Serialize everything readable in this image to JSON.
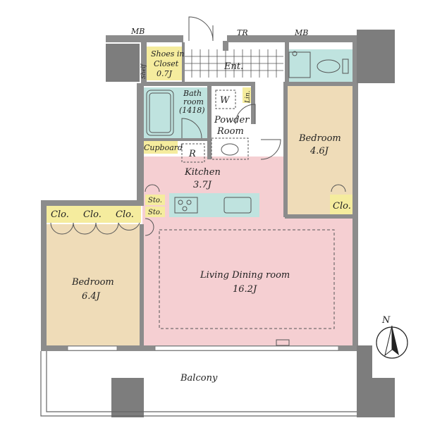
{
  "labels": {
    "mb_left": "MB",
    "tr": "TR",
    "mb_right": "MB",
    "shoes_line1": "Shoes in",
    "shoes_line2": "Closet",
    "shoes_line3": "0.7J",
    "shelf": "Shelf",
    "ent": "Ent.",
    "bath_line1": "Bath",
    "bath_line2": "room",
    "bath_line3": "(1418)",
    "w": "W",
    "lin": "Lin.",
    "powder_line1": "Powder",
    "powder_line2": "Room",
    "bedroom_right": "Bedroom",
    "bedroom_right_size": "4.6J",
    "cupboard": "Cupboard",
    "r": "R",
    "kitchen": "Kitchen",
    "kitchen_size": "3.7J",
    "sto1": "Sto.",
    "sto2": "Sto.",
    "clo_right": "Clo.",
    "clo1": "Clo.",
    "clo2": "Clo.",
    "clo3": "Clo.",
    "bedroom_left": "Bedroom",
    "bedroom_left_size": "6.4J",
    "living": "Living Dining room",
    "living_size": "16.2J",
    "balcony": "Balcony",
    "north": "N"
  },
  "colors": {
    "wall": "#8c8c8c",
    "column": "#7d7d7d",
    "bedroom": "#efdcb8",
    "living": "#f5cfd2",
    "wet": "#bfe3df",
    "yellow": "#f5ec9e",
    "line": "#555555"
  }
}
